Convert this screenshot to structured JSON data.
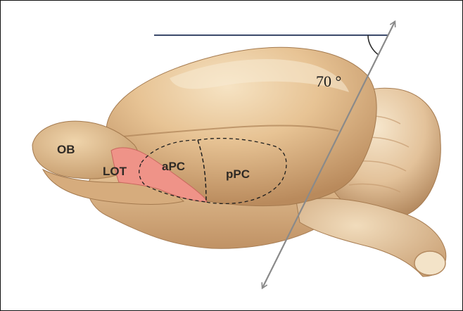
{
  "figure": {
    "labels": {
      "ob": "OB",
      "lot": "LOT",
      "apc": "aPC",
      "ppc": "pPC"
    },
    "angle_text": "70 °",
    "colors": {
      "tissue_light": "#f0d5ad",
      "tissue_mid": "#ddb383",
      "tissue_dark": "#b98a5c",
      "lot_fill": "#ef9388",
      "reference_line": "#3b4a6b",
      "arrow": "#8a8a8a",
      "outline_dash": "#1e1e1e"
    }
  }
}
